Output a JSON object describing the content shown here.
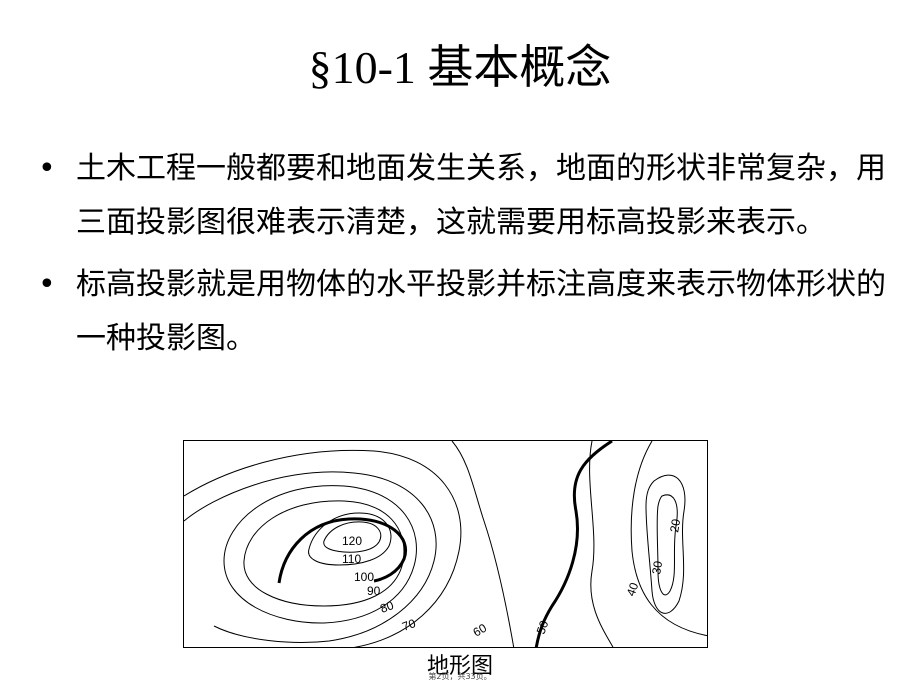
{
  "slide": {
    "title": "§10-1  基本概念",
    "bullets": [
      {
        "mark": "•",
        "text": "土木工程一般都要和地面发生关系，地面的形状非常复杂，用三面投影图很难表示清楚，这就需要用标高投影来表示。"
      },
      {
        "mark": "•",
        "text": "标高投影就是用物体的水平投影并标注高度来表示物体形状的一种投影图。"
      }
    ],
    "figure": {
      "caption": "地形图",
      "contour_labels": [
        "120",
        "110",
        "100",
        "90",
        "80",
        "70",
        "60",
        "50",
        "40",
        "30",
        "20"
      ]
    },
    "footer_note": "第2页，共33页。"
  }
}
